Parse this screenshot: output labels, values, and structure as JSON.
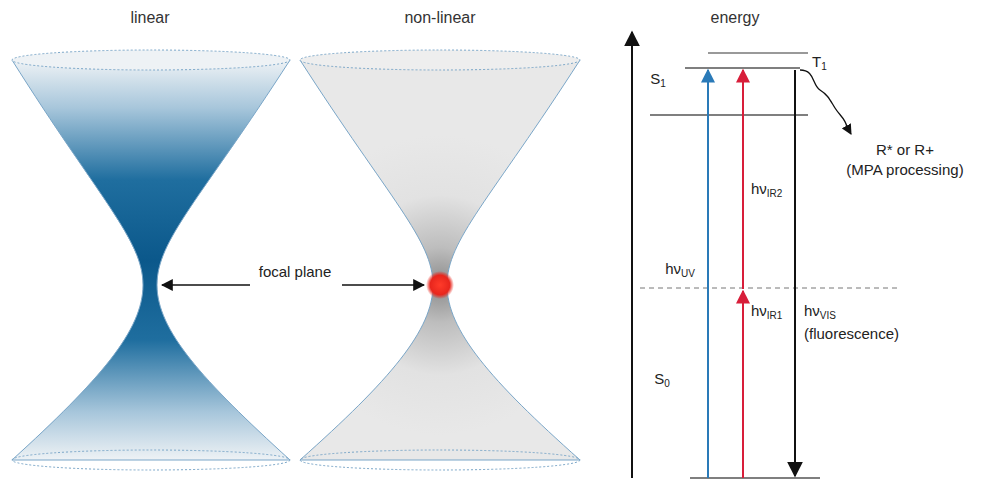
{
  "diagram": {
    "labels": [
      "linear",
      "non-linear",
      "focal plane",
      "energy",
      "S1",
      "T1",
      "R* or R+",
      "(MPA processing)",
      "hνUV",
      "hνIR2",
      "hνIR1",
      "hνVIS",
      "(fluorescence)",
      "S0"
    ]
  }
}
